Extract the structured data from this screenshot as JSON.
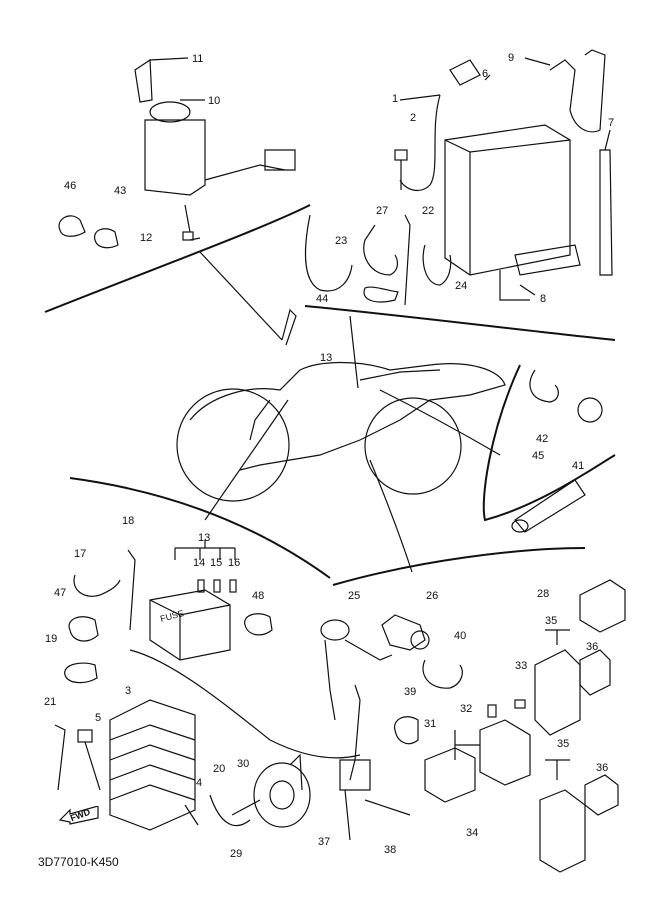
{
  "diagram": {
    "code": "3D77010-K450",
    "fwd": "FWD",
    "fuse_text": "FUSE",
    "labels": {
      "p1": "1",
      "p2": "2",
      "p3": "3",
      "p4": "4",
      "p5": "5",
      "p6": "6",
      "p7": "7",
      "p8": "8",
      "p9": "9",
      "p10": "10",
      "p11": "11",
      "p12": "12",
      "p13a": "13",
      "p13b": "13",
      "p14": "14",
      "p15": "15",
      "p16": "16",
      "p17": "17",
      "p18": "18",
      "p19": "19",
      "p20": "20",
      "p21": "21",
      "p22": "22",
      "p23": "23",
      "p24": "24",
      "p25": "25",
      "p26": "26",
      "p27": "27",
      "p28": "28",
      "p29": "29",
      "p30": "30",
      "p31": "31",
      "p32": "32",
      "p33": "33",
      "p34": "34",
      "p35a": "35",
      "p35b": "35",
      "p36a": "36",
      "p36b": "36",
      "p37": "37",
      "p38": "38",
      "p39": "39",
      "p40": "40",
      "p41": "41",
      "p42": "42",
      "p43": "43",
      "p44": "44",
      "p45": "45",
      "p46": "46",
      "p47": "47",
      "p48": "48"
    }
  }
}
